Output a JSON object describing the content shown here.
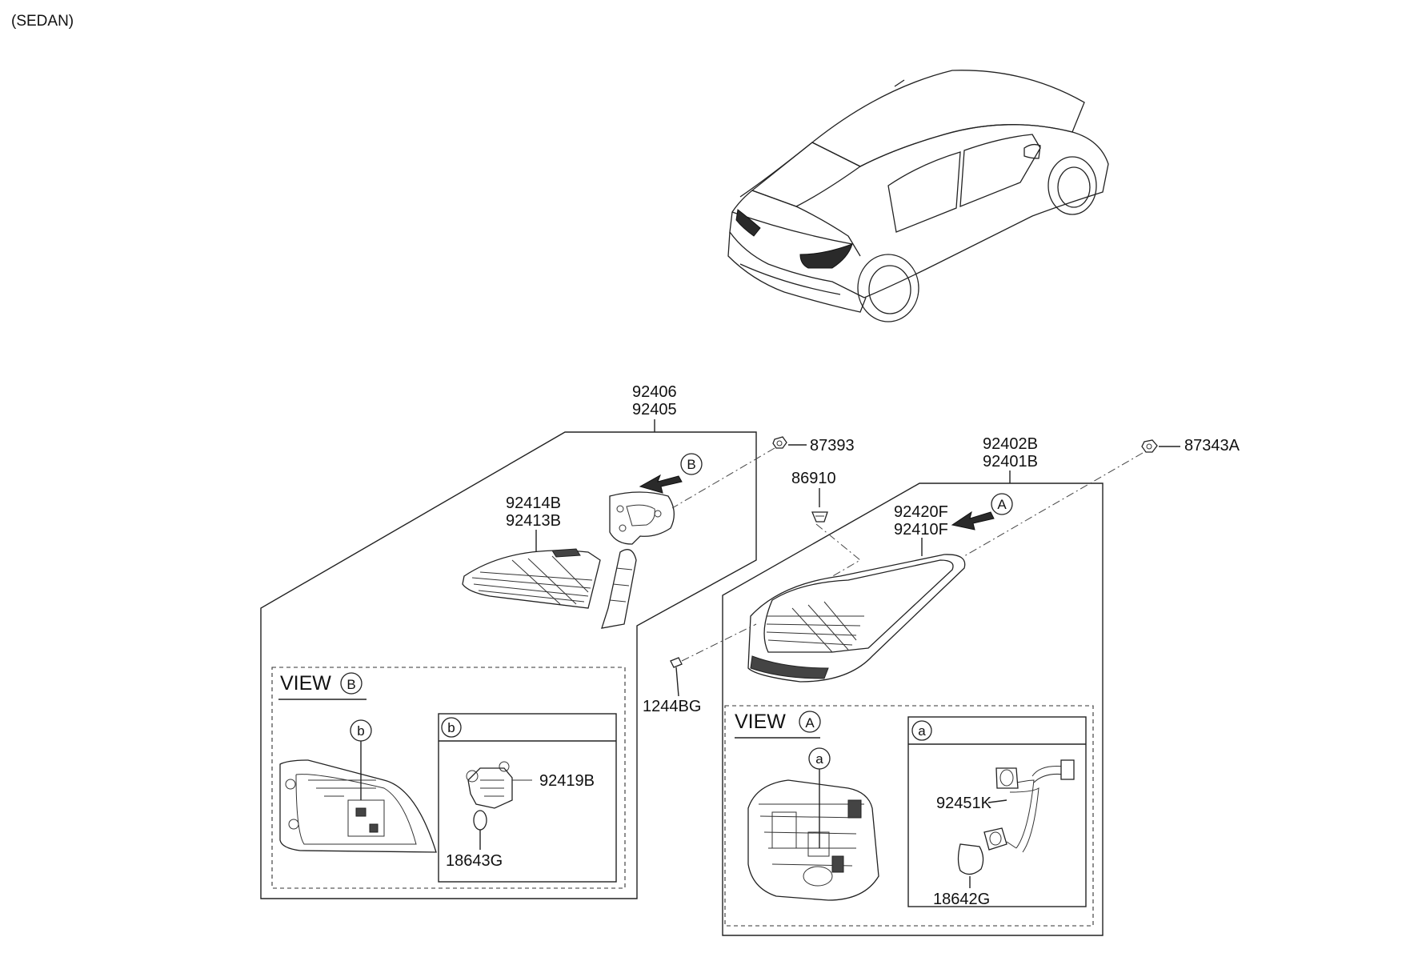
{
  "variant_label": "(SEDAN)",
  "parts": {
    "assy_inner_upper": "92406",
    "assy_inner_lower": "92405",
    "lens_inner_upper": "92414B",
    "lens_inner_lower": "92413B",
    "nut_87393": "87393",
    "grommet_86910": "86910",
    "assy_outer_upper": "92402B",
    "assy_outer_lower": "92401B",
    "nut_87343A": "87343A",
    "lens_outer_upper": "92420F",
    "lens_outer_lower": "92410F",
    "screw_1244BG": "1244BG",
    "socket_b": "92419B",
    "bulb_b": "18643G",
    "socket_a": "92451K",
    "bulb_a": "18642G"
  },
  "view_b": {
    "title": "VIEW",
    "letter": "B",
    "detail_letter": "b"
  },
  "view_a": {
    "title": "VIEW",
    "letter": "A",
    "detail_letter": "a"
  },
  "arrow_b_letter": "B",
  "arrow_a_letter": "A"
}
